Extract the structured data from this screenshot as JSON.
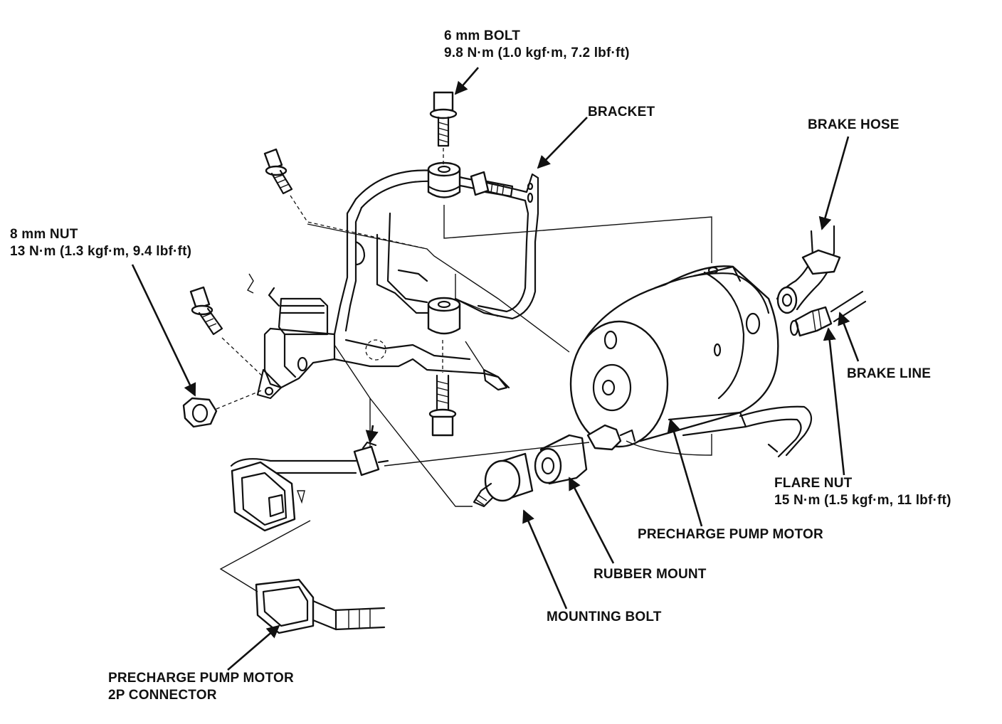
{
  "labels": {
    "bolt_6mm_line1": "6 mm BOLT",
    "bolt_6mm_line2": "9.8 N·m (1.0 kgf·m, 7.2 lbf·ft)",
    "bracket": "BRACKET",
    "brake_hose": "BRAKE HOSE",
    "nut_8mm_line1": "8 mm NUT",
    "nut_8mm_line2": "13 N·m (1.3 kgf·m, 9.4 lbf·ft)",
    "brake_line": "BRAKE LINE",
    "flare_nut_line1": "FLARE NUT",
    "flare_nut_line2": "15 N·m (1.5 kgf·m, 11 lbf·ft)",
    "precharge_pump_motor": "PRECHARGE PUMP MOTOR",
    "rubber_mount": "RUBBER MOUNT",
    "mounting_bolt": "MOUNTING BOLT",
    "connector_line1": "PRECHARGE PUMP MOTOR",
    "connector_line2": "2P CONNECTOR"
  },
  "colors": {
    "ink": "#111111",
    "paper": "#ffffff"
  }
}
